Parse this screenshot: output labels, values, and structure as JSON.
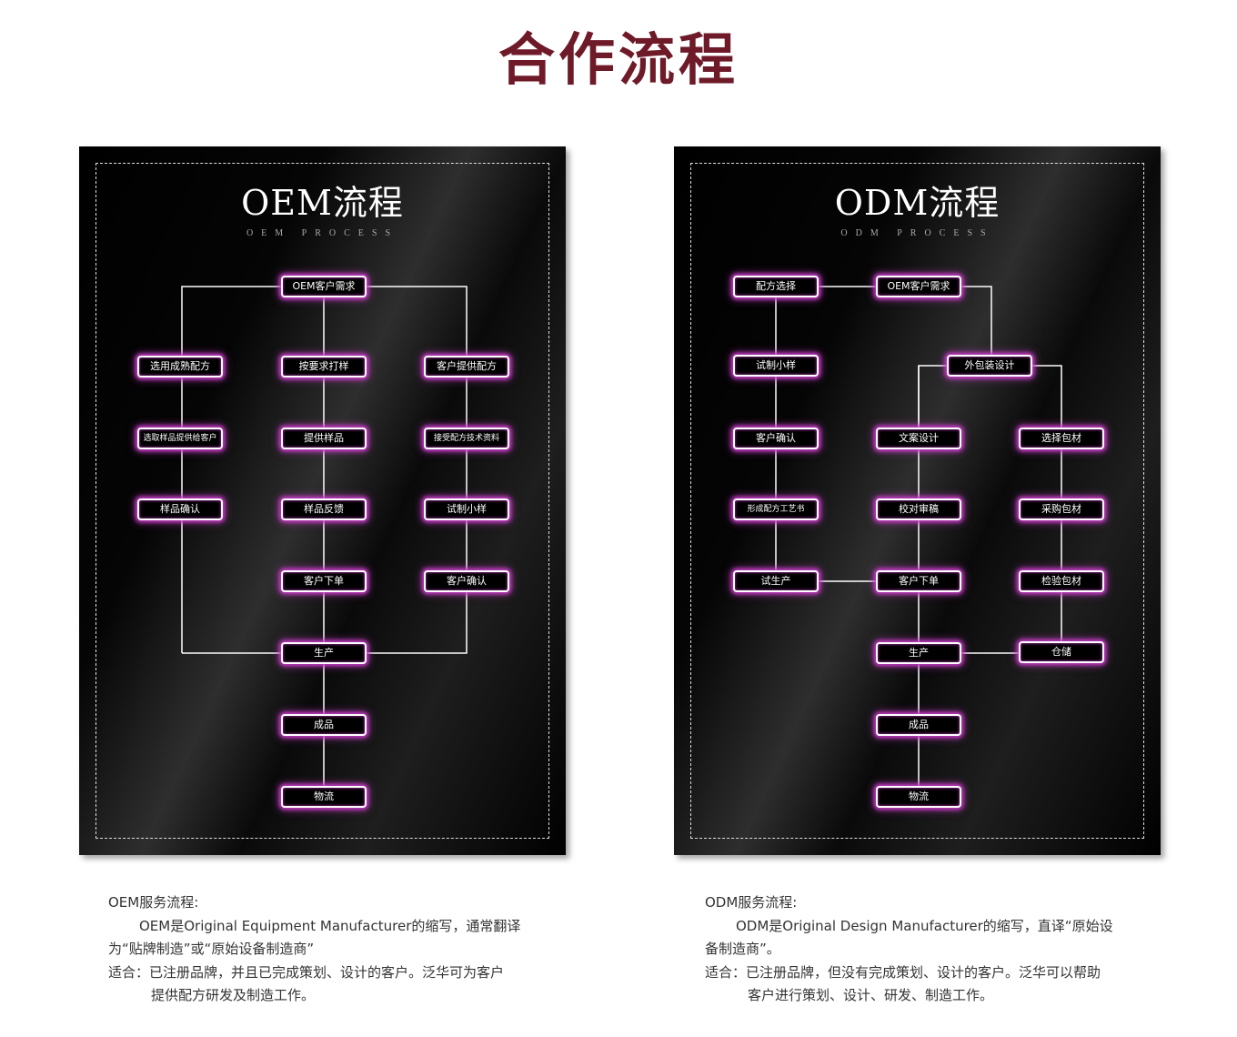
{
  "title": "合作流程",
  "oem": {
    "title": "OEM流程",
    "subtitle": "OEM PROCESS",
    "nodes": [
      "OEM客户需求",
      "选用成熟配方",
      "按要求打样",
      "客户提供配方",
      "选取样品提供给客户",
      "提供样品",
      "接受配方技术资料",
      "样品确认",
      "样品反馈",
      "试制小样",
      "客户下单",
      "客户确认",
      "生产",
      "成品",
      "物流"
    ],
    "desc": {
      "heading": "OEM服务流程:",
      "p1": "OEM是Original Equipment Manufacturer的缩写，通常翻译",
      "p1b": "为“贴牌制造”或“原始设备制造商”",
      "p2": "适合：已注册品牌，并且已完成策划、设计的客户。泛华可为客户",
      "p2b": "提供配方研发及制造工作。"
    }
  },
  "odm": {
    "title": "ODM流程",
    "subtitle": "ODM PROCESS",
    "nodes": [
      "配方选择",
      "OEM客户需求",
      "试制小样",
      "外包装设计",
      "客户确认",
      "文案设计",
      "选择包材",
      "形成配方工艺书",
      "校对审稿",
      "采购包材",
      "试生产",
      "客户下单",
      "检验包材",
      "生产",
      "仓储",
      "成品",
      "物流"
    ],
    "desc": {
      "heading": "ODM服务流程:",
      "p1": "ODM是Original Design Manufacturer的缩写，直译“原始设",
      "p1b": "备制造商”。",
      "p2": "适合：已注册品牌，但没有完成策划、设计的客户。泛华可以帮助",
      "p2b": "客户进行策划、设计、研发、制造工作。"
    }
  }
}
